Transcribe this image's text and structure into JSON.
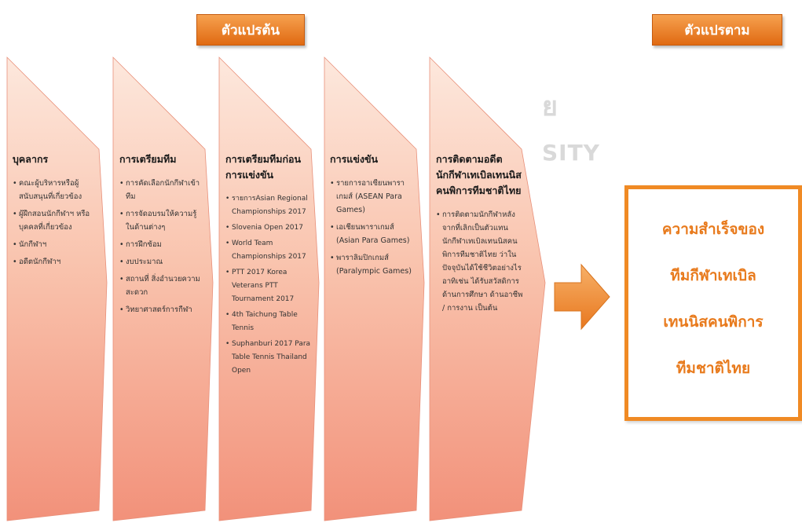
{
  "headers": {
    "independent": "ตัวแปรต้น",
    "dependent": "ตัวแปรตาม"
  },
  "watermark": {
    "line1": "ย",
    "line2": "SITY"
  },
  "columns": [
    {
      "title": "บุคลากร",
      "items": [
        "คณะผู้บริหารหรือผู้สนับสนุนที่เกี่ยวข้อง",
        "ผู้ฝึกสอนนักกีฬาฯ หรือบุคคลที่เกี่ยวข้อง",
        "นักกีฬาฯ",
        "อดีตนักกีฬาฯ"
      ]
    },
    {
      "title": "การเตรียมทีม",
      "items": [
        "การคัดเลือกนักกีฬาเข้าทีม",
        "การจัดอบรมให้ความรู้ในด้านต่างๆ",
        "การฝึกซ้อม",
        "งบประมาณ",
        "สถานที่ สิ่งอำนวยความสะดวก",
        "วิทยาศาสตร์การกีฬา"
      ]
    },
    {
      "title": "การเตรียมทีมก่อนการแข่งขัน",
      "items": [
        "รายการAsian Regional Championships 2017",
        "Slovenia Open 2017",
        "World Team Championships 2017",
        "PTT 2017 Korea Veterans PTT Tournament 2017",
        "4th Taichung Table Tennis",
        "Suphanburi 2017 Para Table Tennis Thailand Open"
      ]
    },
    {
      "title": "การแข่งขัน",
      "items": [
        "รายการอาเซียนพาราเกมส์ (ASEAN Para Games)",
        "เอเชียนพาราเกมส์ (Asian Para Games)",
        "พาราลิมปิกเกมส์ (Paralympic Games)"
      ]
    },
    {
      "title": "การติดตามอดีตนักกีฬาเทเบิลเทนนิสคนพิการทีมชาติไทย",
      "items": [
        "การติดตามนักกีฬาหลังจากที่เลิกเป็นตัวแทนนักกีฬาเทเบิลเทนนิสคนพิการทีมชาติไทย ว่าในปัจจุบันได้ใช้ชีวิตอย่างไร อาทิเช่น ได้รับสวัสดิการ ด้านการศึกษา ด้านอาชีพ / การงาน เป็นต้น"
      ]
    }
  ],
  "result": {
    "line1": "ความสำเร็จของ",
    "line2": "ทีมกีฬาเทเบิล",
    "line3": "เทนนิสคนพิการ",
    "line4": "ทีมชาติไทย"
  },
  "colors": {
    "accent": "#f08a24",
    "chevron_top": "#fbe1d4",
    "chevron_bottom": "#f49c80",
    "header": "#e87a1c",
    "result_text": "#e87a1c"
  },
  "icons": [
    "right-arrow-icon"
  ]
}
